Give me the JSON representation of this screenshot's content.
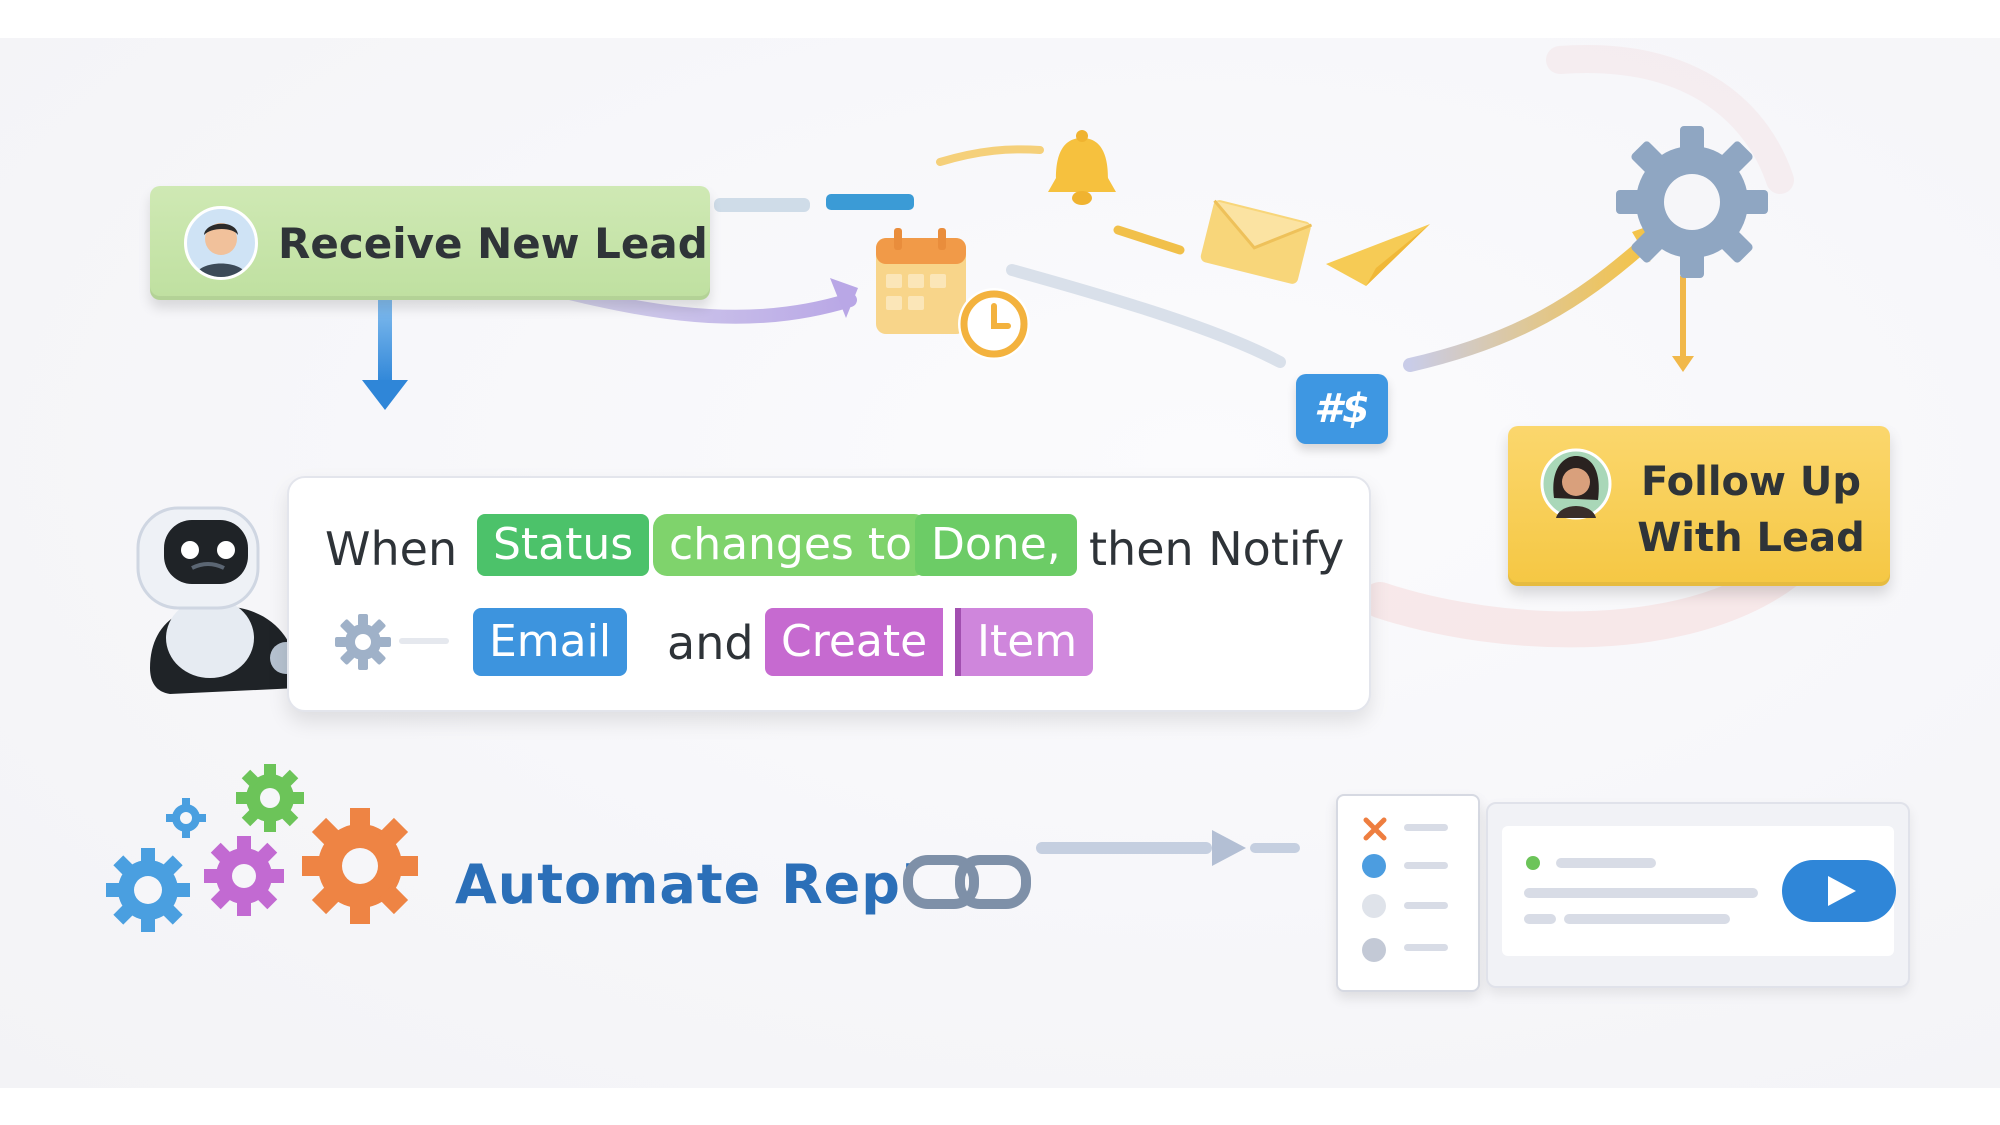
{
  "nodes": {
    "receive_lead": "Receive New Lead",
    "follow_up": "Follow Up\nWith Lead",
    "hash_tag": "#$"
  },
  "rule": {
    "when": "When",
    "status": "Status",
    "changes_to": "changes to",
    "done": "Done,",
    "then_notify": "then  Notify",
    "email": "Email",
    "and": "and",
    "create": "Create",
    "item": "Item"
  },
  "automate_label": "Automate Rep'",
  "icons": [
    "calendar-icon",
    "clock-icon",
    "bell-icon",
    "envelope-icon",
    "paper-plane-icon",
    "gear-icon",
    "robot-icon",
    "link-icon",
    "play-icon"
  ],
  "colors": {
    "lead_card": "#c7e5aa",
    "follow_card": "#f7cd55",
    "chip_green": "#4cc26a",
    "chip_light_green": "#7fd36c",
    "chip_blue": "#3d94de",
    "chip_purple": "#c66ad0",
    "automate_text": "#2b6fb8"
  }
}
